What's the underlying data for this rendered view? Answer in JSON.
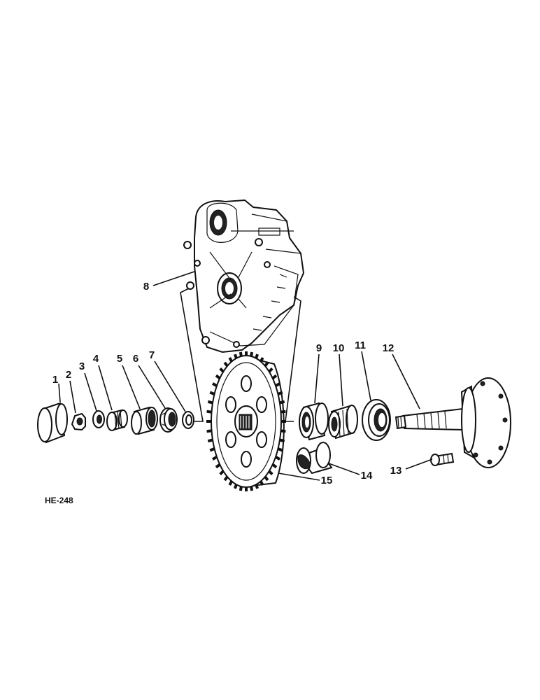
{
  "figure": {
    "code": "HE-248",
    "callouts": [
      "1",
      "2",
      "3",
      "4",
      "5",
      "6",
      "7",
      "8",
      "9",
      "10",
      "11",
      "12",
      "13",
      "14",
      "15"
    ]
  },
  "colors": {
    "ink": "#111111",
    "paper": "#ffffff"
  }
}
